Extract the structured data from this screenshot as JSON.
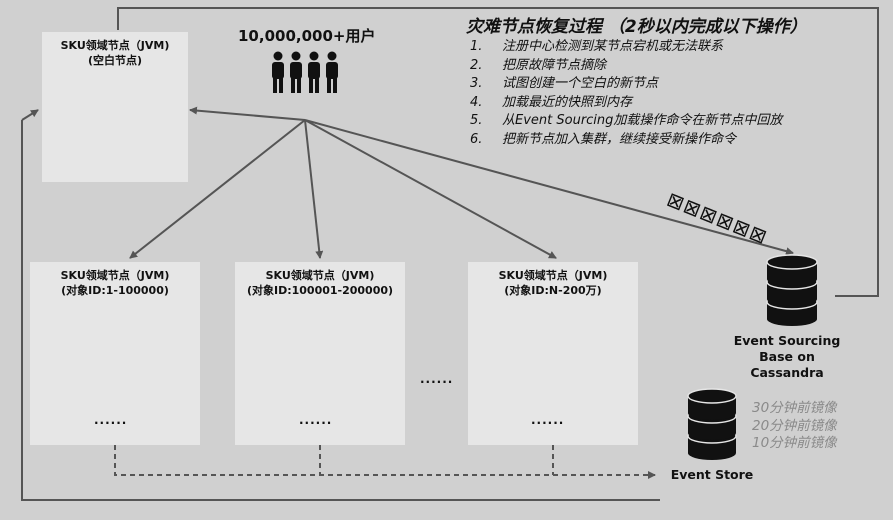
{
  "recovery": {
    "title": "灾难节点恢复过程 （2秒以内完成以下操作）",
    "steps": [
      {
        "num": "1.",
        "text": "注册中心检测到某节点宕机或无法联系"
      },
      {
        "num": "2.",
        "text": "把原故障节点摘除"
      },
      {
        "num": "3.",
        "text": "试图创建一个空白的新节点"
      },
      {
        "num": "4.",
        "text": "加载最近的快照到内存"
      },
      {
        "num": "5.",
        "text": "从Event Sourcing加载操作命令在新节点中回放"
      },
      {
        "num": "6.",
        "text": "把新节点加入集群，继续接受新操作命令"
      }
    ]
  },
  "users": {
    "label": "10,000,000+用户"
  },
  "nodes": {
    "blank": {
      "line1": "SKU领域节点（JVM)",
      "line2": "(空白节点)"
    },
    "n1": {
      "line1": "SKU领域节点（JVM)",
      "line2": "(对象ID:1-100000)"
    },
    "n2": {
      "line1": "SKU领域节点（JVM)",
      "line2": "(对象ID:100001-200000)"
    },
    "n3": {
      "line1": "SKU领域节点（JVM)",
      "line2": "(对象ID:N-200万)"
    }
  },
  "ellipsis": "......",
  "cassandra": {
    "line1": "Event Sourcing",
    "line2": "Base on",
    "line3": "Cassandra"
  },
  "event_store": {
    "label": "Event Store"
  },
  "snapshots": [
    "30分钟前镜像",
    "20分钟前镜像",
    "10分钟前镜像"
  ],
  "replay_glyphs": "⊠⊠⊠⊠⊠⊠",
  "colors": {
    "background": "#d0d0d0",
    "node_box": "#e6e6e6",
    "hexagon": "#7a7a7a",
    "arrow": "#555555",
    "cross": "#d6151d"
  }
}
